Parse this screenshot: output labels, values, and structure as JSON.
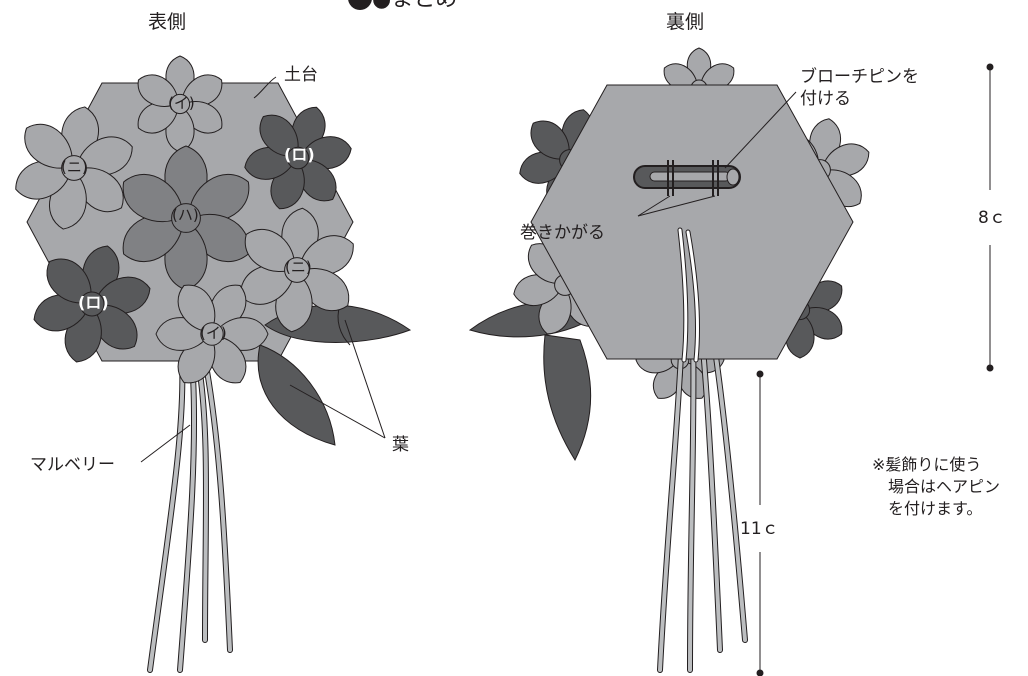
{
  "title": "●まとめ",
  "front": {
    "heading": "表側",
    "base_label": "土台",
    "mulberry_label": "マルベリー",
    "leaf_label": "葉",
    "flower_marks": {
      "i": "(イ)",
      "ro": "(ロ)",
      "ha": "(ハ)",
      "ni": "(ニ)"
    }
  },
  "back": {
    "heading": "裏側",
    "pin_label_line1": "ブローチピンを",
    "pin_label_line2": "付ける",
    "wrap_label": "巻きかがる"
  },
  "dimensions": {
    "height_label": "8ｃ",
    "tail_label": "11ｃ"
  },
  "note": {
    "line1": "※髪飾りに使う",
    "line2": "場合はヘアピン",
    "line3": "を付けます。"
  },
  "colors": {
    "base": "#a7a8ab",
    "flower_light": "#a7a8ab",
    "flower_mid": "#808184",
    "flower_dark": "#58595b",
    "leaf": "#58595b",
    "outline": "#231f20",
    "cord": "#bcbec0"
  }
}
